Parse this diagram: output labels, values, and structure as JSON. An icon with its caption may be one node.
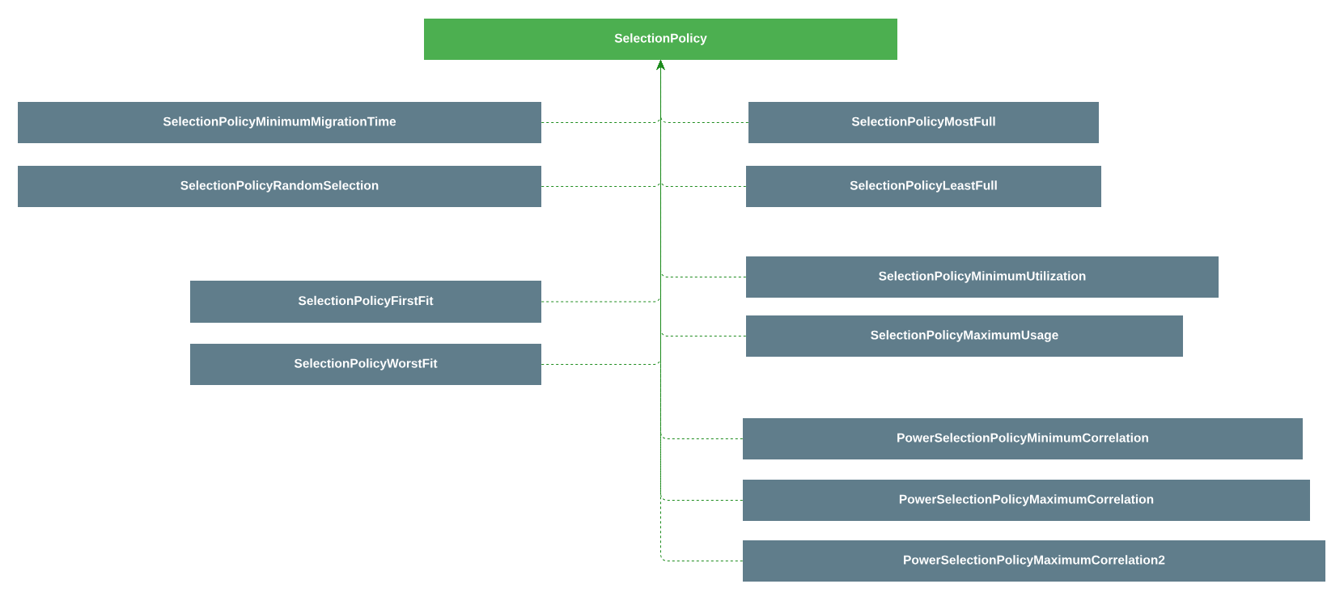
{
  "diagram": {
    "nodes": [
      {
        "text": [
          "SelectionPolicy"
        ]
      },
      {
        "text": [
          "SelectionPolicyMinimumMigrationTime"
        ]
      },
      {
        "text": [
          "SelectionPolicyMostFull"
        ]
      },
      {
        "text": [
          "SelectionPolicyRandomSelection"
        ]
      },
      {
        "text": [
          "SelectionPolicyLeastFull"
        ]
      },
      {
        "text": [
          "SelectionPolicyMinimumUtilization"
        ]
      },
      {
        "text": [
          "SelectionPolicyFirstFit"
        ]
      },
      {
        "text": [
          "SelectionPolicyMaximumUsage"
        ]
      },
      {
        "text": [
          "SelectionPolicyWorstFit"
        ]
      },
      {
        "text": [
          "PowerSelectionPolicyMinimumCorrelation"
        ]
      },
      {
        "text": [
          "PowerSelectionPolicyMaximumCorrelation"
        ]
      },
      {
        "text": [
          "PowerSelectionPolicyMaximumCorrelation2"
        ]
      }
    ],
    "edges": [
      {
        "from": 1,
        "to": 0,
        "arrow": "to",
        "style": "dashed"
      },
      {
        "from": 2,
        "to": 0,
        "arrow": "to",
        "style": "dashed"
      },
      {
        "from": 3,
        "to": 0,
        "arrow": "to",
        "style": "dashed"
      },
      {
        "from": 4,
        "to": 0,
        "arrow": "to",
        "style": "dashed"
      },
      {
        "from": 5,
        "to": 0,
        "arrow": "to",
        "style": "dashed"
      },
      {
        "from": 6,
        "to": 0,
        "arrow": "to",
        "style": "dashed"
      },
      {
        "from": 7,
        "to": 0,
        "arrow": "to",
        "style": "dashed"
      },
      {
        "from": 8,
        "to": 0,
        "arrow": "to",
        "style": "dashed"
      },
      {
        "from": 9,
        "to": 0,
        "arrow": "to",
        "style": "dashed"
      },
      {
        "from": 10,
        "to": 0,
        "arrow": "to",
        "style": "dashed"
      },
      {
        "from": 11,
        "to": 0,
        "arrow": "to",
        "style": "dashed"
      }
    ]
  }
}
